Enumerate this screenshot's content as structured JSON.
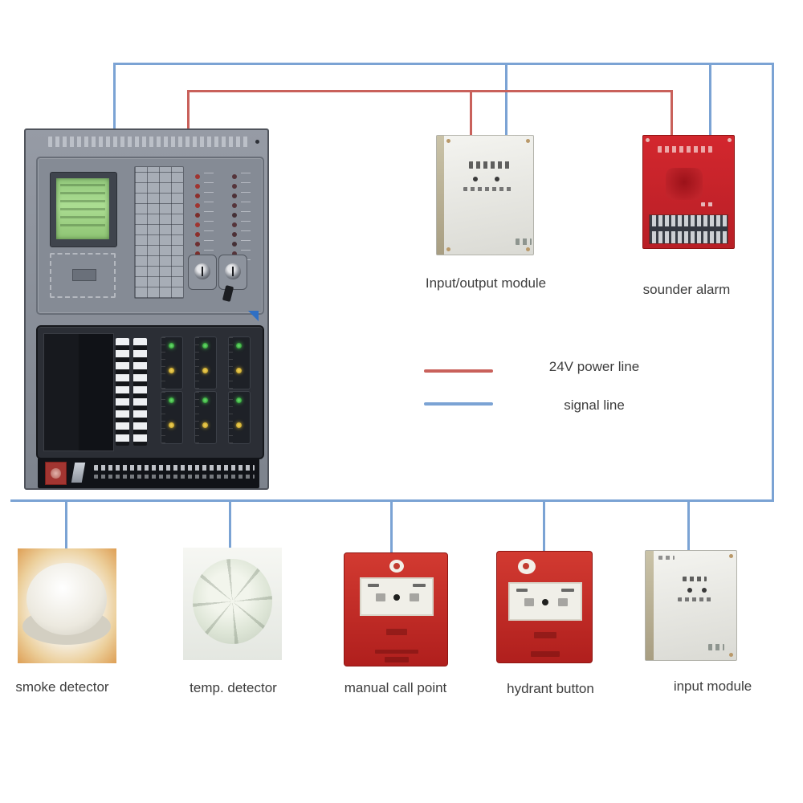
{
  "legend": {
    "power_line": {
      "label": "24V power line",
      "color": "#c9615b"
    },
    "signal_line": {
      "label": "signal line",
      "color": "#7ba3d4"
    }
  },
  "devices": {
    "io_module": {
      "label": "Input/output module"
    },
    "sounder_alarm": {
      "label": "sounder alarm"
    },
    "smoke_detector": {
      "label": "smoke detector"
    },
    "temp_detector": {
      "label": "temp. detector"
    },
    "manual_call_point": {
      "label": "manual call point"
    },
    "hydrant_button": {
      "label": "hydrant button"
    },
    "input_module": {
      "label": "input module"
    }
  }
}
